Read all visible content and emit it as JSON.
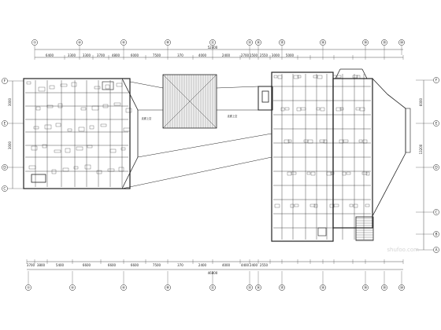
{
  "drawing": {
    "top_axes": [
      {
        "label": "①",
        "id": "axis-top-1"
      },
      {
        "label": "④",
        "id": "axis-top-4"
      },
      {
        "label": "⑥",
        "id": "axis-top-6"
      },
      {
        "label": "⑧",
        "id": "axis-top-8"
      },
      {
        "label": "⑪",
        "id": "axis-top-11"
      },
      {
        "label": "⑬",
        "id": "axis-top-13"
      },
      {
        "label": "⑭",
        "id": "axis-top-14"
      },
      {
        "label": "⑮",
        "id": "axis-top-15"
      },
      {
        "label": "⑯",
        "id": "axis-top-16"
      },
      {
        "label": "⑱",
        "id": "axis-top-18"
      },
      {
        "label": "⑲",
        "id": "axis-top-19"
      },
      {
        "label": "⑳",
        "id": "axis-top-20"
      }
    ],
    "bottom_axes": [
      {
        "label": "①"
      },
      {
        "label": "④"
      },
      {
        "label": "⑥"
      },
      {
        "label": "⑧"
      },
      {
        "label": "⑪"
      },
      {
        "label": "⑬"
      },
      {
        "label": "⑭"
      },
      {
        "label": "⑮"
      },
      {
        "label": "⑯"
      },
      {
        "label": "⑱"
      },
      {
        "label": "⑲"
      },
      {
        "label": "⑳"
      }
    ],
    "left_axes": [
      {
        "label": "F"
      },
      {
        "label": "E"
      },
      {
        "label": "D"
      },
      {
        "label": "C"
      }
    ],
    "right_axes": [
      {
        "label": "F"
      },
      {
        "label": "E"
      },
      {
        "label": "D"
      },
      {
        "label": "C"
      },
      {
        "label": "B"
      },
      {
        "label": "A"
      }
    ],
    "top_total": "52400",
    "bottom_total": "46800",
    "top_dims": [
      "6400",
      "3300",
      "3300",
      "3700",
      "4800",
      "6000",
      "7500",
      "370",
      "4000",
      "2400",
      "2700",
      "1500",
      "2550",
      "3000",
      "5000"
    ],
    "bottom_dims": [
      "3700",
      "3800",
      "5400",
      "6600",
      "6600",
      "6600",
      "7500",
      "370",
      "2400",
      "4000",
      "4400",
      "2400",
      "2550"
    ],
    "left_dims": [
      "3000",
      "3000"
    ],
    "right_dims": [
      "6000",
      "13200"
    ],
    "corridor_labels": [
      "走廊上空",
      "走廊上空"
    ],
    "watermark": "shufoo.com"
  }
}
